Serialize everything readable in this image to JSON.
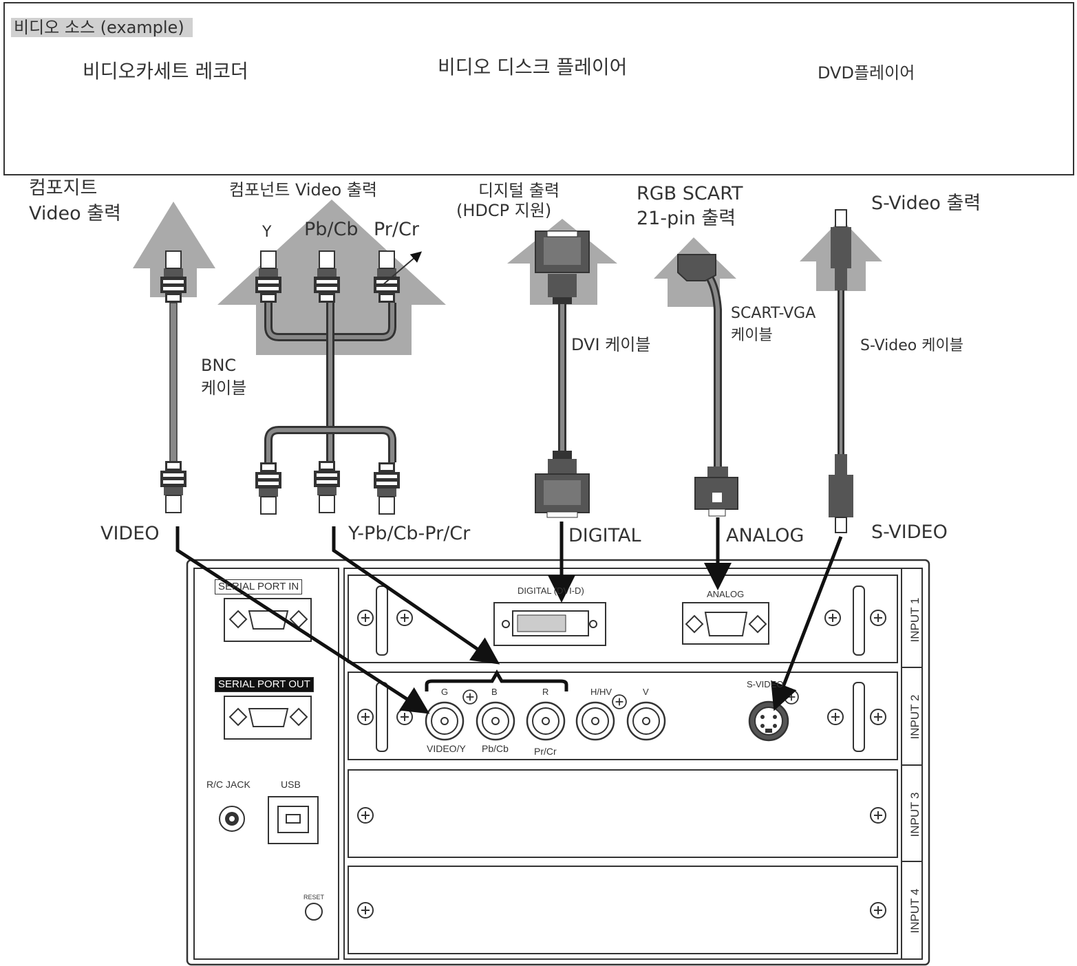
{
  "sources": {
    "title": "비디오 소스 (example)",
    "devices": [
      {
        "label": "비디오카세트 레코더",
        "icon": "vcr-icon"
      },
      {
        "label": "비디오 디스크 플레이어",
        "icon": "video-disc-player-icon"
      },
      {
        "label": "DVD플레이어",
        "icon": "dvd-player-icon"
      }
    ]
  },
  "outputs": {
    "composite_line1": "컴포지트",
    "composite_line2": "Video 출력",
    "component": "컴포넌트 Video 출력",
    "component_y": "Y",
    "component_pb": "Pb/Cb",
    "component_pr": "Pr/Cr",
    "digital_line1": "디지털 출력",
    "digital_line2": "(HDCP 지원)",
    "rgb_line1": "RGB SCART",
    "rgb_line2": "21-pin 출력",
    "svideo": "S-Video 출력"
  },
  "cables": {
    "bnc_line1": "BNC",
    "bnc_line2": "케이블",
    "dvi": "DVI 케이블",
    "scart_line1": "SCART-VGA",
    "scart_line2": "케이블",
    "svideo": "S-Video 케이블"
  },
  "inputs": {
    "video": "VIDEO",
    "ypbpr": "Y-Pb/Cb-Pr/Cr",
    "digital": "DIGITAL",
    "analog": "ANALOG",
    "svideo": "S-VIDEO"
  },
  "panel": {
    "serial_in": "SERIAL PORT IN",
    "serial_out": "SERIAL PORT OUT",
    "rc_jack": "R/C JACK",
    "usb": "USB",
    "reset": "RESET",
    "digital_port": "DIGITAL (DVI-D)",
    "analog_port": "ANALOG",
    "g": "G",
    "b": "B",
    "r": "R",
    "hhv": "H/HV",
    "v": "V",
    "video_y": "VIDEO/Y",
    "pb_cb": "Pb/Cb",
    "pr_cr": "Pr/Cr",
    "svideo_port": "S-VIDEO",
    "slots": [
      "INPUT 1",
      "INPUT 2",
      "INPUT 3",
      "INPUT 4"
    ]
  }
}
